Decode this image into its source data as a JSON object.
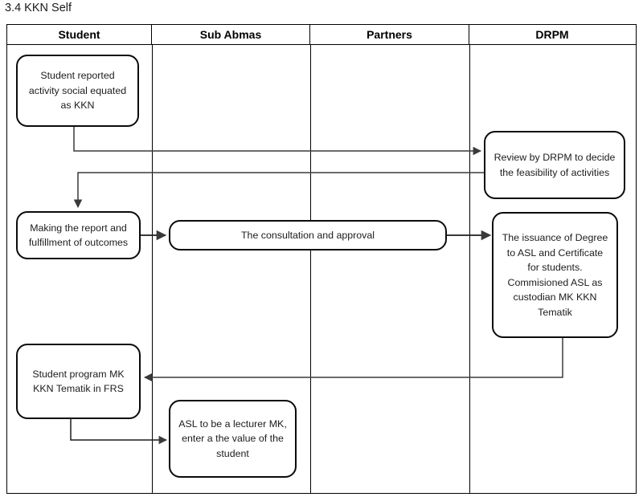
{
  "document": {
    "title": "3.4 KKN Self"
  },
  "diagram": {
    "type": "swimlane-flowchart",
    "lanes": [
      {
        "id": "student",
        "label": "Student"
      },
      {
        "id": "sub-abmas",
        "label": "Sub Abmas"
      },
      {
        "id": "partners",
        "label": "Partners"
      },
      {
        "id": "drpm",
        "label": "DRPM"
      }
    ],
    "nodes": [
      {
        "id": "student-reported",
        "lane": "student",
        "text": "Student reported activity social equated as KKN"
      },
      {
        "id": "review-by-drpm",
        "lane": "drpm",
        "text": "Review by DRPM to decide the feasibility of activities"
      },
      {
        "id": "making-the-report",
        "lane": "student",
        "text": "Making the report and fulfillment of outcomes"
      },
      {
        "id": "consultation-approval",
        "lane": "sub-abmas",
        "text": "The consultation and approval"
      },
      {
        "id": "issuance-of-degree",
        "lane": "drpm",
        "text": "The issuance of Degree to ASL and Certificate for students. Commisioned ASL as custodian MK KKN Tematik"
      },
      {
        "id": "student-program-frs",
        "lane": "student",
        "text": "Student program MK KKN Tematik in FRS"
      },
      {
        "id": "asl-lecturer",
        "lane": "sub-abmas",
        "text": "ASL to be a lecturer MK, enter a the value of the student"
      }
    ],
    "edges": [
      {
        "id": "e1",
        "from": "student-reported",
        "to": "review-by-drpm"
      },
      {
        "id": "e2",
        "from": "review-by-drpm",
        "to": "making-the-report"
      },
      {
        "id": "e3",
        "from": "making-the-report",
        "to": "consultation-approval"
      },
      {
        "id": "e4",
        "from": "consultation-approval",
        "to": "issuance-of-degree"
      },
      {
        "id": "e5",
        "from": "issuance-of-degree",
        "to": "student-program-frs"
      },
      {
        "id": "e6",
        "from": "student-program-frs",
        "to": "asl-lecturer"
      }
    ]
  },
  "colors": {
    "background": "#ffffff",
    "node_border": "#0b0b0b",
    "node_fill": "#ffffff",
    "text": "#1c1c1c",
    "table_border": "#000000",
    "connector": "#3a3a3a"
  }
}
